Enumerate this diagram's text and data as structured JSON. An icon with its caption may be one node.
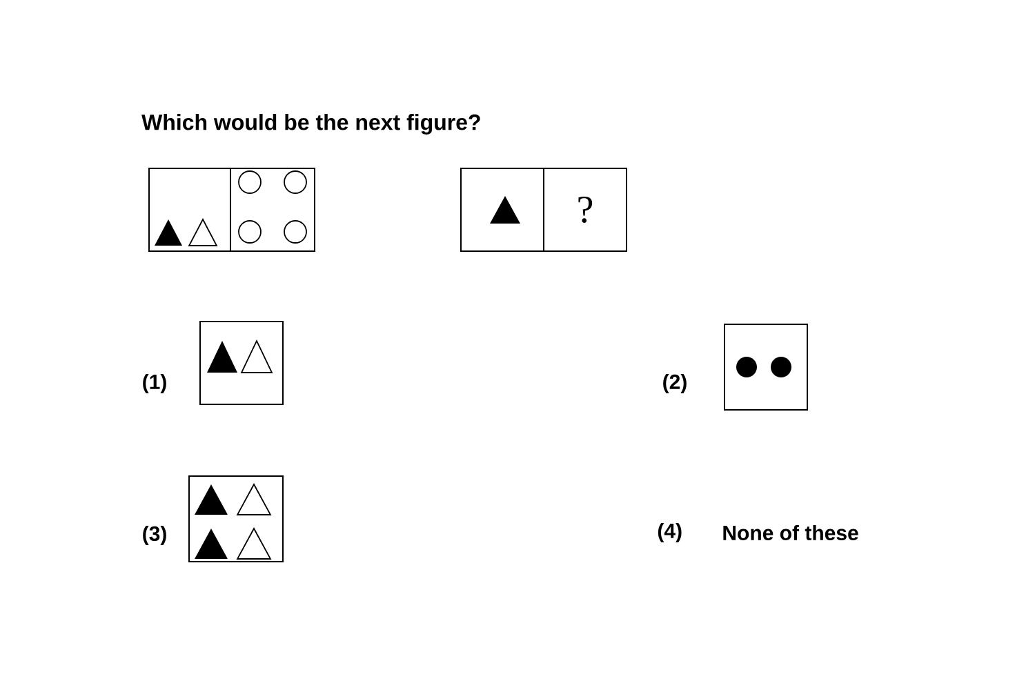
{
  "diagram": {
    "title": "Which would be the next figure?",
    "nodes": [
      {
        "text": [],
        "shape": "box"
      },
      {
        "text": [],
        "shape": "box"
      },
      {
        "text": [],
        "shape": "box"
      },
      {
        "text": [
          "?"
        ]
      },
      {
        "text": [],
        "shape": "box",
        "beside": [
          "(1)"
        ]
      },
      {
        "text": [],
        "shape": "box",
        "beside": [
          "(2)"
        ]
      },
      {
        "text": [],
        "shape": "box",
        "beside": [
          "(3)"
        ]
      }
    ],
    "labels": [
      "(4)",
      "None of these"
    ]
  }
}
